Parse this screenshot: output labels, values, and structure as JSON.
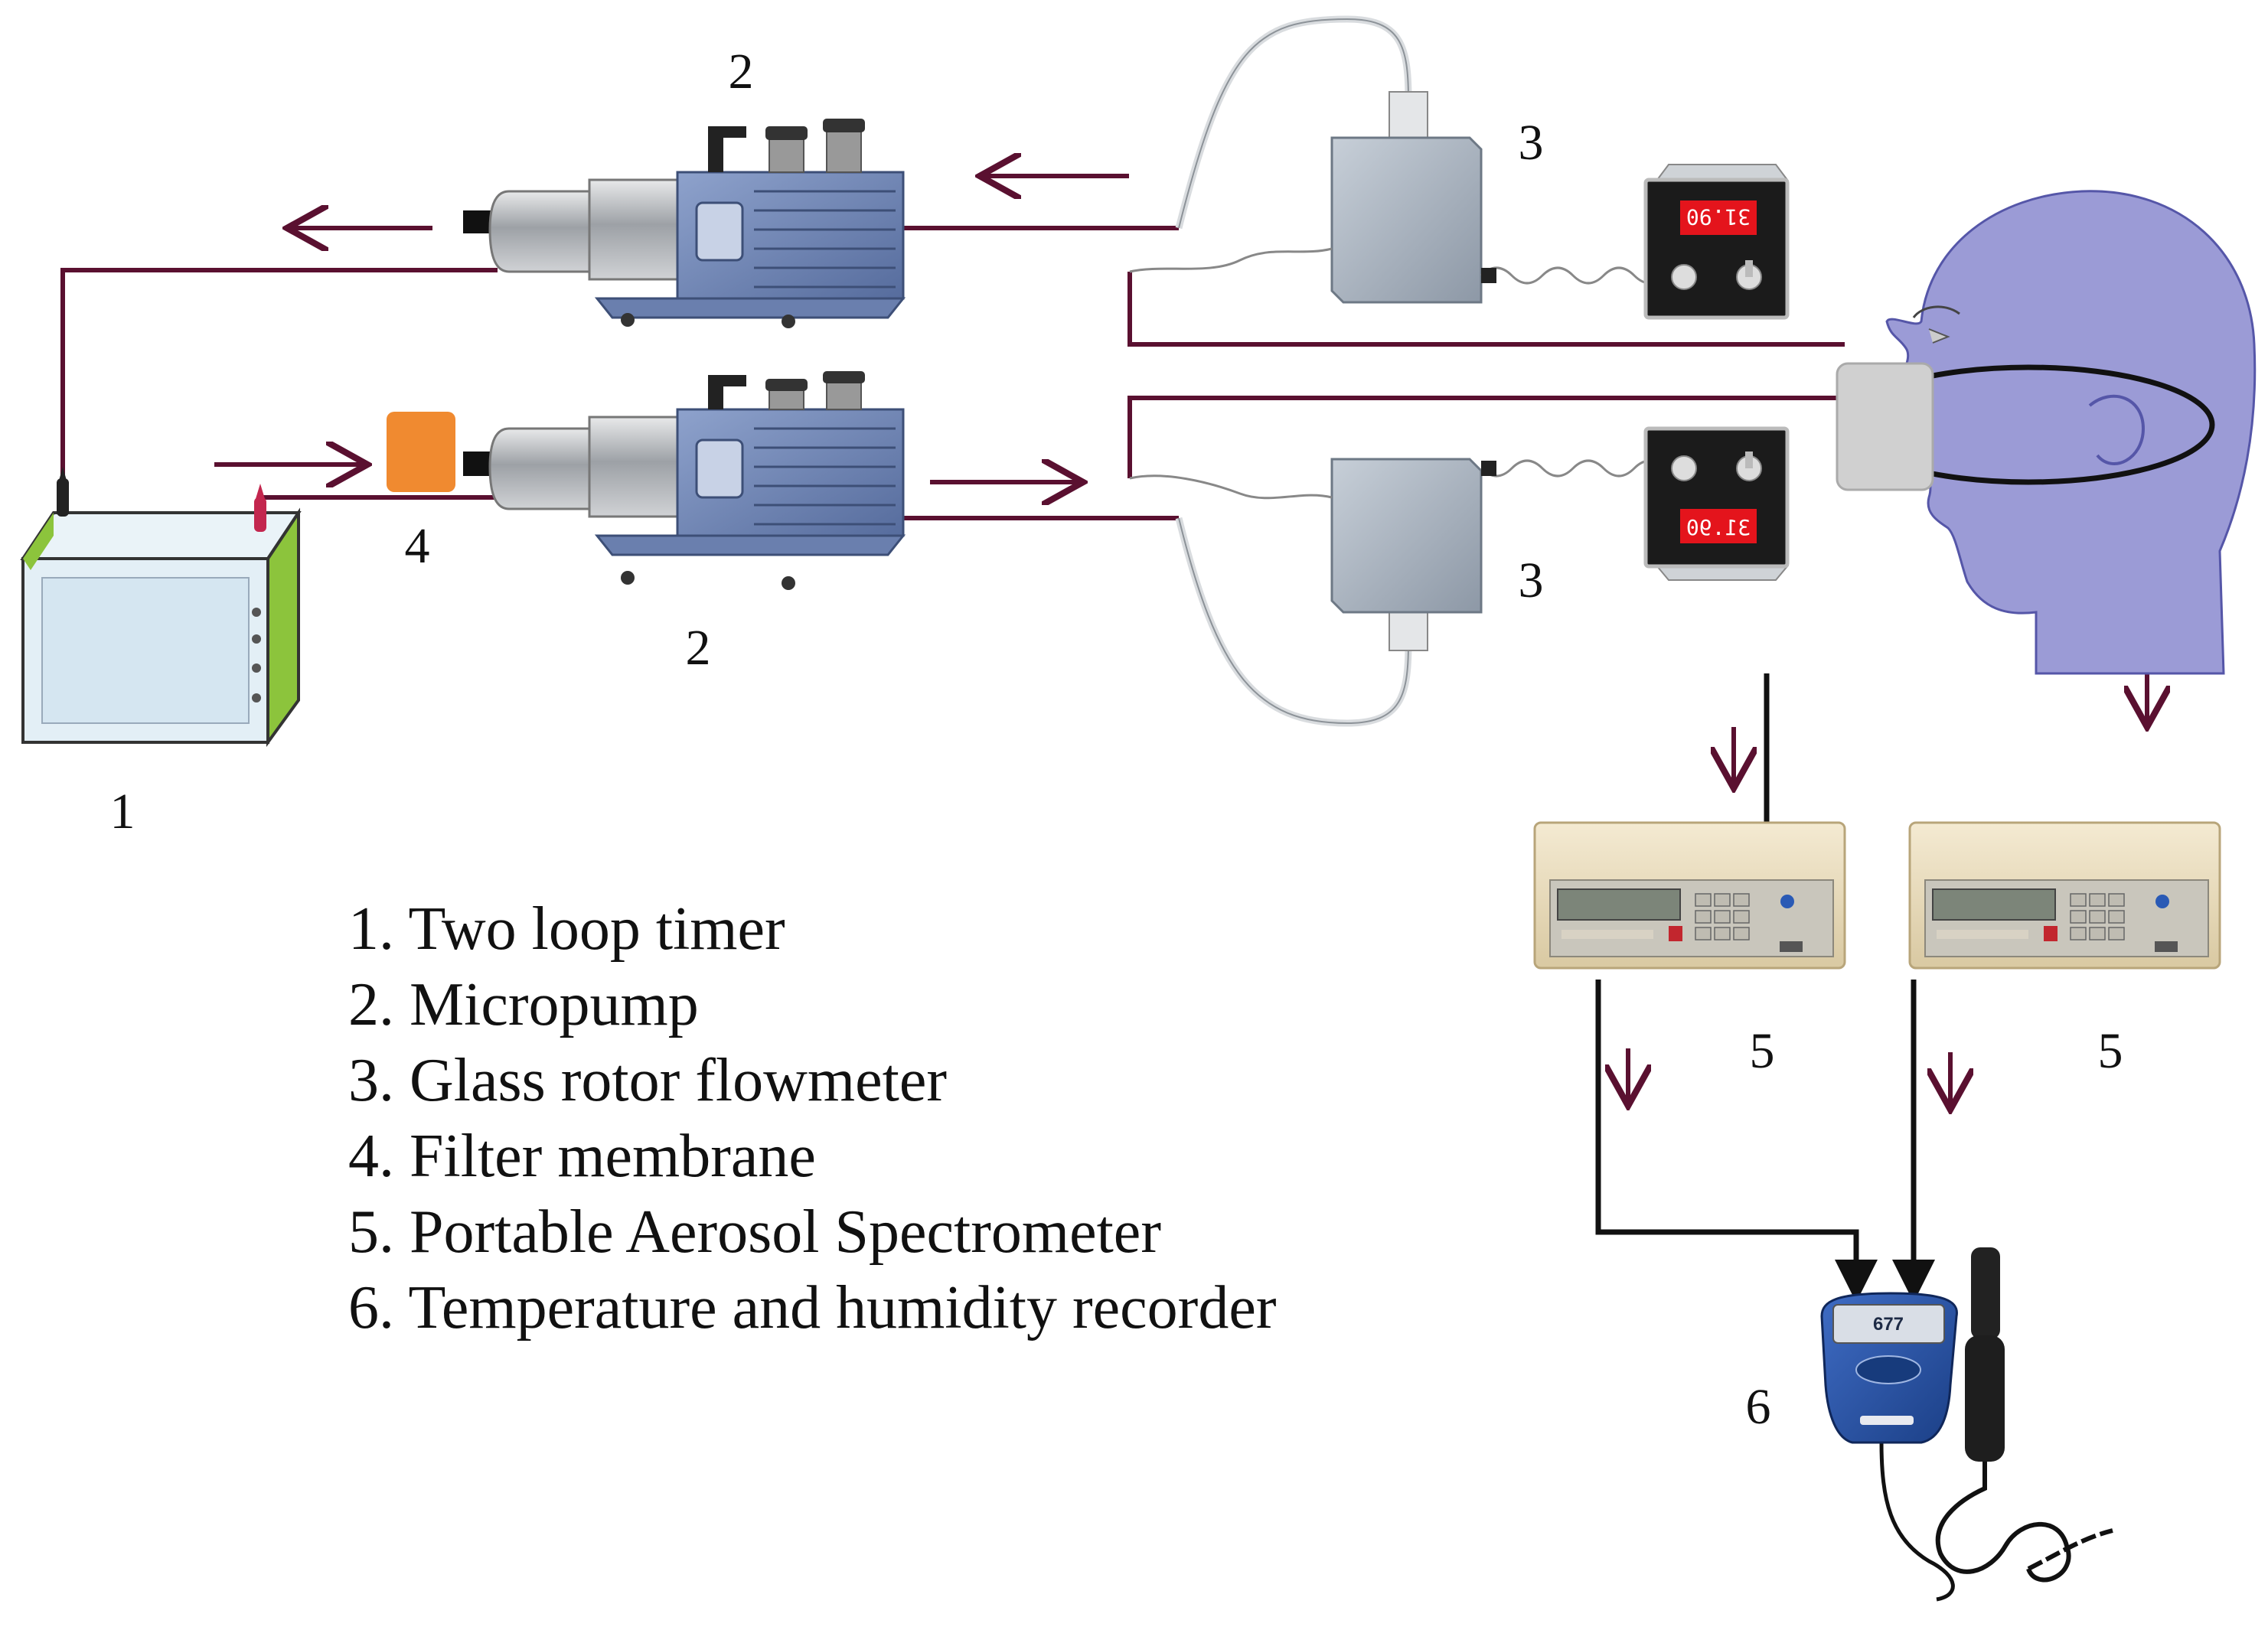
{
  "labels": {
    "timer": "1",
    "pump_top": "2",
    "pump_bottom": "2",
    "flowmeter_top": "3",
    "flowmeter_bottom": "3",
    "filter": "4",
    "spectrometer_left": "5",
    "spectrometer_right": "5",
    "recorder": "6"
  },
  "legend": [
    "1. Two loop timer",
    "2. Micropump",
    "3. Glass rotor flowmeter",
    "4. Filter membrane",
    "5. Portable Aerosol Spectrometer",
    "6. Temperature and humidity recorder"
  ],
  "display": {
    "timer_reading": "31.90",
    "recorder_reading": "677"
  },
  "colors": {
    "pipe": "#5a1030",
    "cable": "#111111",
    "pump_body": "#6f86b5",
    "motor": "#b9bcc0",
    "filter": "#f08a30",
    "head": "#9b9bd6",
    "tank_side": "#8cc43c",
    "recorder": "#2a55a5",
    "display_red": "#e4141c"
  }
}
